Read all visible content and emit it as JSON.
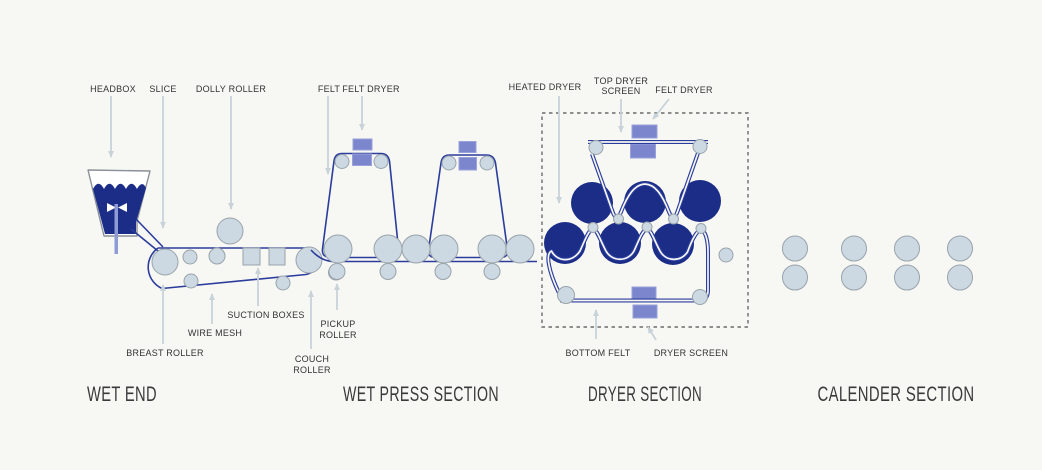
{
  "sections": {
    "wet_end": {
      "title": "WET END"
    },
    "wet_press": {
      "title": "WET PRESS SECTION"
    },
    "dryer": {
      "title": "DRYER SECTION"
    },
    "calender": {
      "title": "CALENDER SECTION"
    }
  },
  "labels": {
    "headbox": "HEADBOX",
    "slice": "SLICE",
    "dolly_roller": "DOLLY ROLLER",
    "felt": "FELT",
    "felt_dryer_press": "FELT DRYER",
    "heated_dryer": "HEATED DRYER",
    "top_dryer_screen_line1": "TOP DRYER",
    "top_dryer_screen_line2": "SCREEN",
    "felt_dryer_dryer": "FELT DRYER",
    "breast_roller": "BREAST ROLLER",
    "wire_mesh": "WIRE MESH",
    "suction_boxes": "SUCTION BOXES",
    "couch_roller_line1": "COUCH",
    "couch_roller_line2": "ROLLER",
    "pickup_roller_line1": "PICKUP",
    "pickup_roller_line2": "ROLLER",
    "bottom_felt": "BOTTOM FELT",
    "dryer_screen": "DRYER SCREEN"
  },
  "colors": {
    "background": "#f7f7f4",
    "roller_fill": "#cdd9e2",
    "roller_stroke": "#98a3ab",
    "dark_blue": "#1b2d86",
    "belt_blue": "#2b3d9c",
    "square_blue": "#7b86cd",
    "square_stroke": "#99a2da",
    "arrow": "#c7d2d9",
    "label_text": "#333333",
    "section_text": "#3a3a3a",
    "dashed_border": "#6b6b6b",
    "headbox_outline": "#8a9097",
    "slice_rod": "#8e9bd4"
  }
}
